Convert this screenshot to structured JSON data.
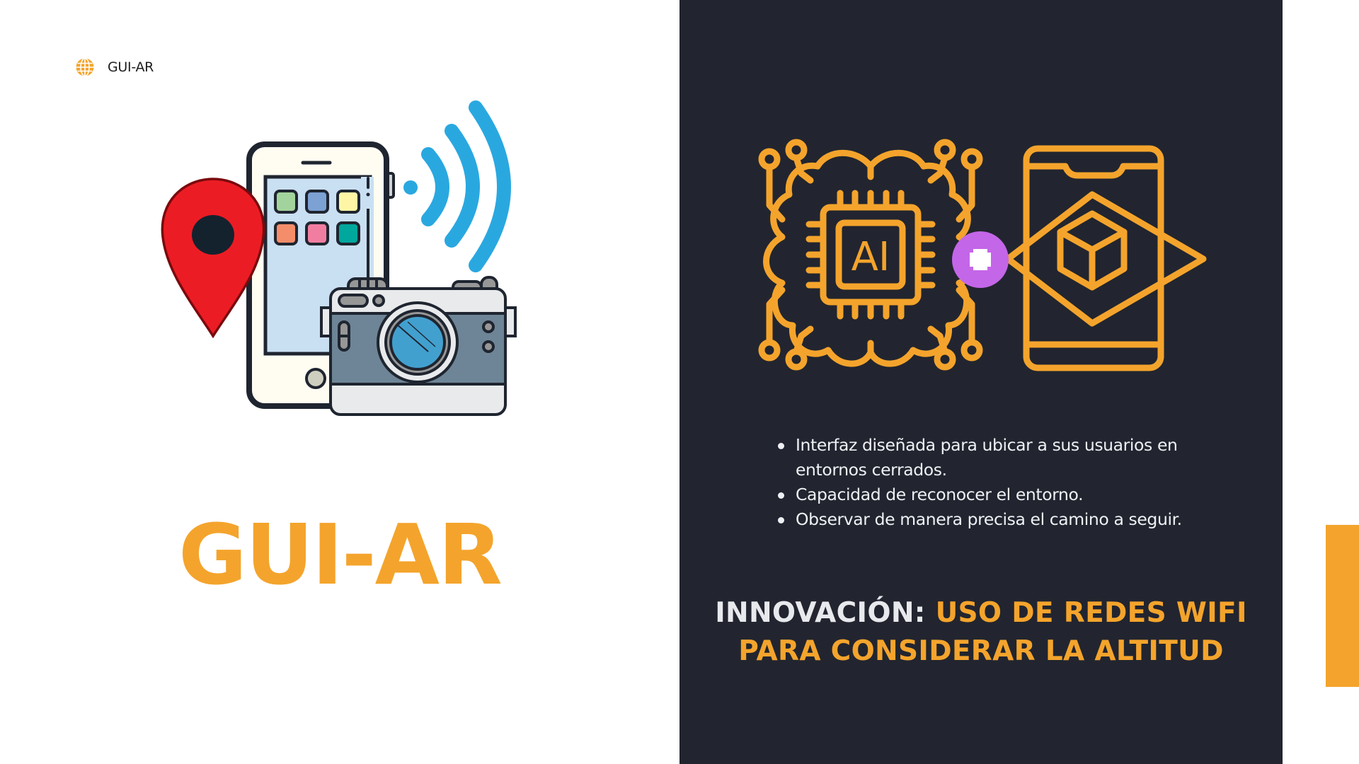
{
  "header": {
    "brand_icon": "globe-icon",
    "brand_label": "GUI-AR"
  },
  "illustration": {
    "icons": [
      "map-pin-icon",
      "smartphone-icon",
      "wifi-signal-icon",
      "camera-icon"
    ],
    "colors": {
      "pin": "#ec1c24",
      "wifi": "#29a8e0",
      "phone_screen": "#c9dff2",
      "camera_body": "#6d8596"
    }
  },
  "title": "GUI-AR",
  "feature_graphic": {
    "left_icon": "ai-chip-brain-icon",
    "left_icon_label": "AI",
    "connector_icon": "plus-icon",
    "right_icon": "ar-phone-cube-icon",
    "colors": {
      "icons": "#f4a42c",
      "connector": "#c466e8"
    }
  },
  "bullets": [
    "Interfaz diseñada para ubicar a sus usuarios en entornos cerrados.",
    "Capacidad de reconocer el entorno.",
    "Observar de manera precisa el camino a seguir."
  ],
  "innovation": {
    "lead": "INNOVACIÓN:",
    "rest": "USO DE REDES WIFI PARA CONSIDERAR LA ALTITUD"
  },
  "theme": {
    "accent": "#f4a42c",
    "dark_panel": "#22252f",
    "background": "#ffffff"
  }
}
